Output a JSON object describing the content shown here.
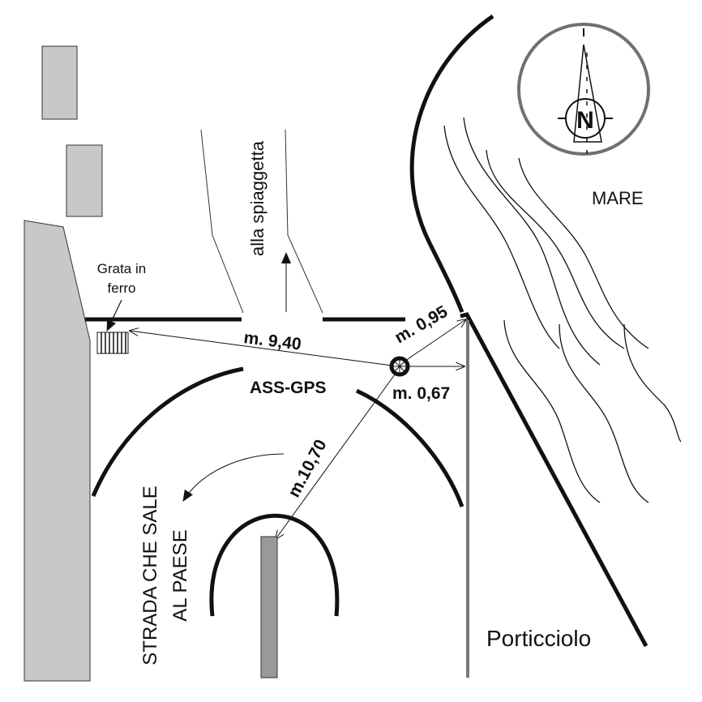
{
  "labels": {
    "sea": "MARE",
    "beach_path": "alla spiaggetta",
    "grate_line1": "Grata in",
    "grate_line2": "ferro",
    "marker": "ASS-GPS",
    "dist_grate": "m. 9,40",
    "dist_corner": "m. 0,95",
    "dist_wall": "m. 0,67",
    "dist_pole": "m.10,70",
    "road_line1": "STRADA CHE SALE",
    "road_line2": "AL PAESE",
    "harbour": "Porticciolo",
    "compass_north": "N"
  },
  "colors": {
    "line": "#111111",
    "gray_fill": "#c8c8c8",
    "compass": "#707070"
  }
}
